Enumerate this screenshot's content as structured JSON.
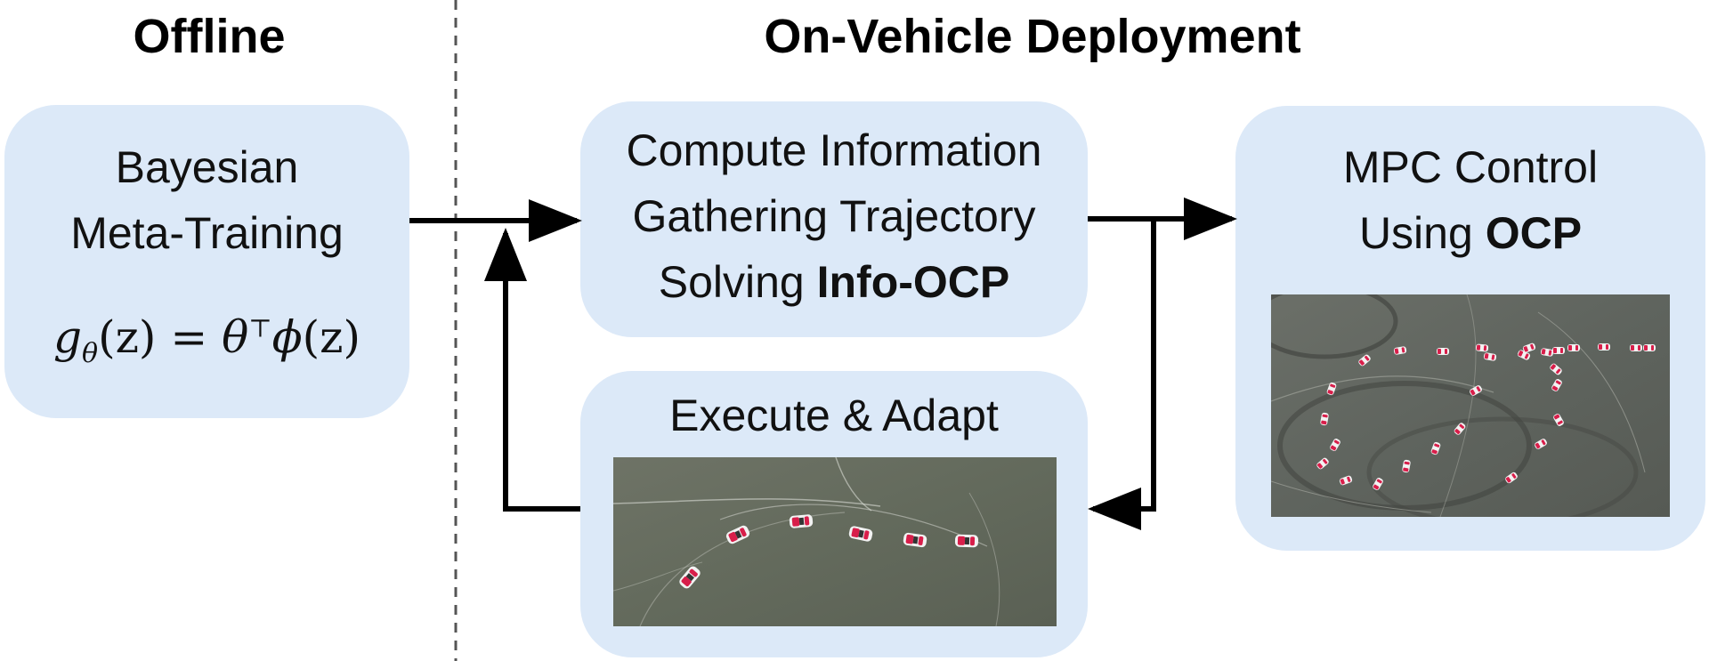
{
  "headers": {
    "offline": "Offline",
    "deployment": "On-Vehicle Deployment"
  },
  "boxes": {
    "meta_training": {
      "line1": "Bayesian",
      "line2": "Meta-Training",
      "formula": {
        "g": "g",
        "sub": "θ",
        "lhs_arg": "(z)",
        "eq": " = ",
        "theta": "θ",
        "sup": "⊤",
        "phi": "ϕ",
        "rhs_arg": "(z)"
      }
    },
    "info_gathering": {
      "line1": "Compute Information",
      "line2": "Gathering Trajectory",
      "line3_plain": "Solving ",
      "line3_bold": "Info-OCP"
    },
    "execute": {
      "title": "Execute & Adapt"
    },
    "mpc": {
      "line1": "MPC Control",
      "line2_plain": "Using ",
      "line2_bold": "OCP"
    }
  },
  "colors": {
    "box_fill": "#dce9f8",
    "arrow": "#000000",
    "divider": "#555555",
    "ground": "#5f6558",
    "car_body": "#f2f2f2",
    "car_accent": "#d81e4a"
  },
  "icons": {
    "car": "car-topview-icon"
  }
}
